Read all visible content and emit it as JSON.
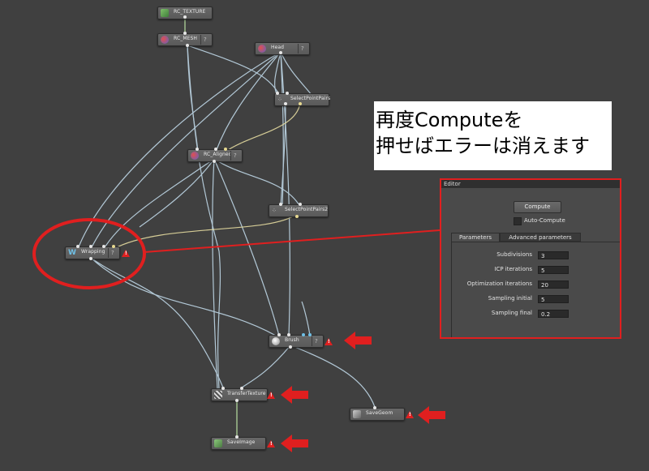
{
  "callout": {
    "line1": "再度Computeを",
    "line2": "押せばエラーは消えます"
  },
  "nodes": {
    "rc_texture": "RC_TEXTURE",
    "rc_mesh": "RC_MESH",
    "head": "Head",
    "select_point_pairs": "SelectPointPairs",
    "rc_aligned": "RC_Aligned",
    "select_point_pairs2": "SelectPointPairs2",
    "wrapping": "Wrapping",
    "brush": "Brush",
    "transfer_texture": "TransferTexture",
    "save_geom": "SaveGeom",
    "save_image": "SaveImage"
  },
  "editor": {
    "title": "Editor",
    "compute_label": "Compute",
    "auto_compute_label": "Auto-Compute",
    "tabs": [
      "Parameters",
      "Advanced parameters"
    ],
    "params": [
      {
        "label": "Subdivisions",
        "value": "3"
      },
      {
        "label": "ICP iterations",
        "value": "5"
      },
      {
        "label": "Optimization iterations",
        "value": "20"
      },
      {
        "label": "Sampling initial",
        "value": "5"
      },
      {
        "label": "Sampling final",
        "value": "0.2"
      }
    ]
  },
  "colors": {
    "highlight_red": "#e01f1f",
    "wire": "#b9d0df",
    "wire_yellow": "#e6dca0",
    "wire_green": "#b8e0a0",
    "background": "#404040"
  }
}
